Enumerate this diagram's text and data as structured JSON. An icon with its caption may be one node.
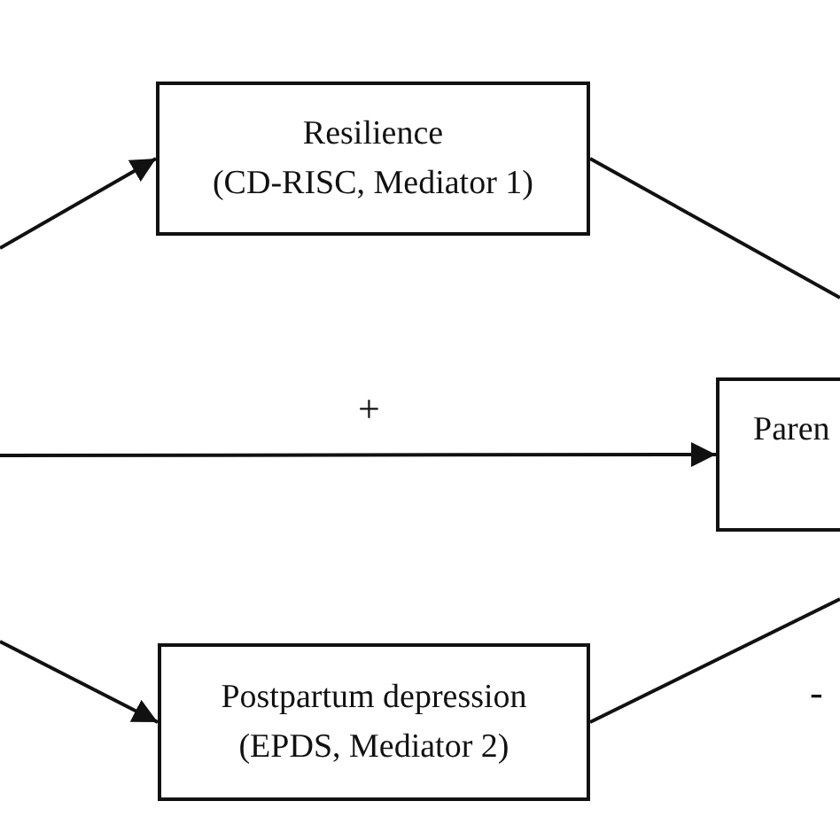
{
  "diagram": {
    "nodes": [
      {
        "text": [
          "Resilience",
          "(CD-RISC, Mediator 1)"
        ]
      },
      {
        "text": [
          "Paren"
        ]
      },
      {
        "text": [
          "Postpartum depression",
          "(EPDS, Mediator 2)"
        ]
      }
    ],
    "edges": [
      {
        "from": null,
        "to": 0,
        "arrow": "to"
      },
      {
        "from": null,
        "to": 1,
        "label": "+",
        "arrow": "to"
      },
      {
        "from": null,
        "to": 2,
        "arrow": "to"
      },
      {
        "from": 0,
        "to": null,
        "arrow": "none"
      },
      {
        "from": 2,
        "to": null,
        "label": "-",
        "arrow": "none"
      }
    ]
  }
}
